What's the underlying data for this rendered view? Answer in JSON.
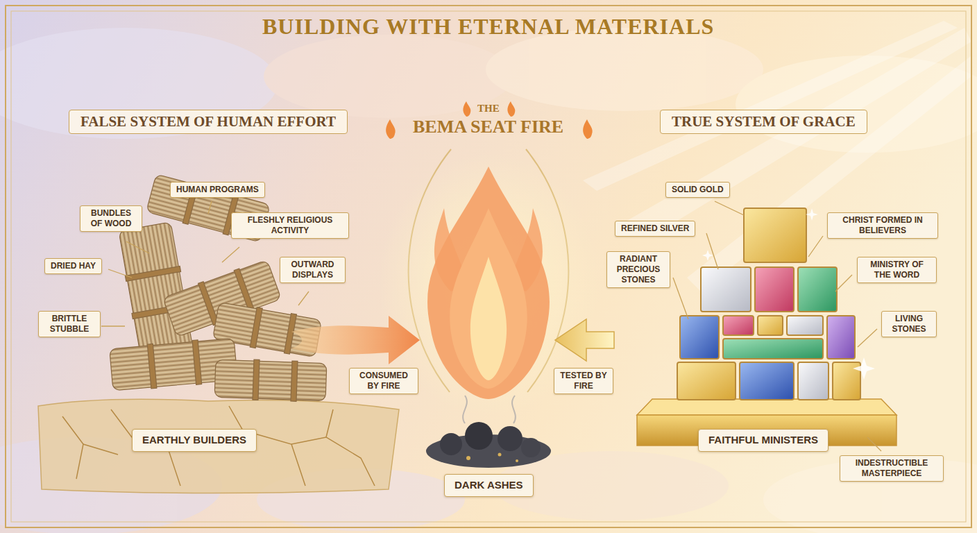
{
  "diagram": {
    "title": "BUILDING WITH ETERNAL MATERIALS",
    "nodes": [
      {
        "text": [
          "FALSE SYSTEM OF HUMAN EFFORT"
        ]
      },
      {
        "text": [
          "TRUE SYSTEM OF GRACE"
        ]
      },
      {
        "text": [
          "HUMAN PROGRAMS"
        ]
      },
      {
        "text": [
          "BUNDLES OF WOOD"
        ]
      },
      {
        "text": [
          "FLESHLY RELIGIOUS ACTIVITY"
        ]
      },
      {
        "text": [
          "DRIED HAY"
        ]
      },
      {
        "text": [
          "OUTWARD DISPLAYS"
        ]
      },
      {
        "text": [
          "BRITTLE STUBBLE"
        ]
      },
      {
        "text": [
          "CONSUMED BY FIRE"
        ]
      },
      {
        "text": [
          "EARTHLY BUILDERS"
        ]
      },
      {
        "text": [
          "SOLID GOLD"
        ]
      },
      {
        "text": [
          "REFINED SILVER"
        ]
      },
      {
        "text": [
          "CHRIST FORMED IN BELIEVERS"
        ]
      },
      {
        "text": [
          "RADIANT PRECIOUS STONES"
        ]
      },
      {
        "text": [
          "MINISTRY OF THE WORD"
        ]
      },
      {
        "text": [
          "LIVING STONES"
        ]
      },
      {
        "text": [
          "TESTED BY FIRE"
        ]
      },
      {
        "text": [
          "FAITHFUL MINISTERS"
        ]
      },
      {
        "text": [
          "INDESTRUCTIBLE MASTERPIECE"
        ]
      },
      {
        "text": [
          "DARK ASHES"
        ]
      }
    ],
    "labels": [
      "THE",
      "BEMA SEAT FIRE"
    ]
  }
}
